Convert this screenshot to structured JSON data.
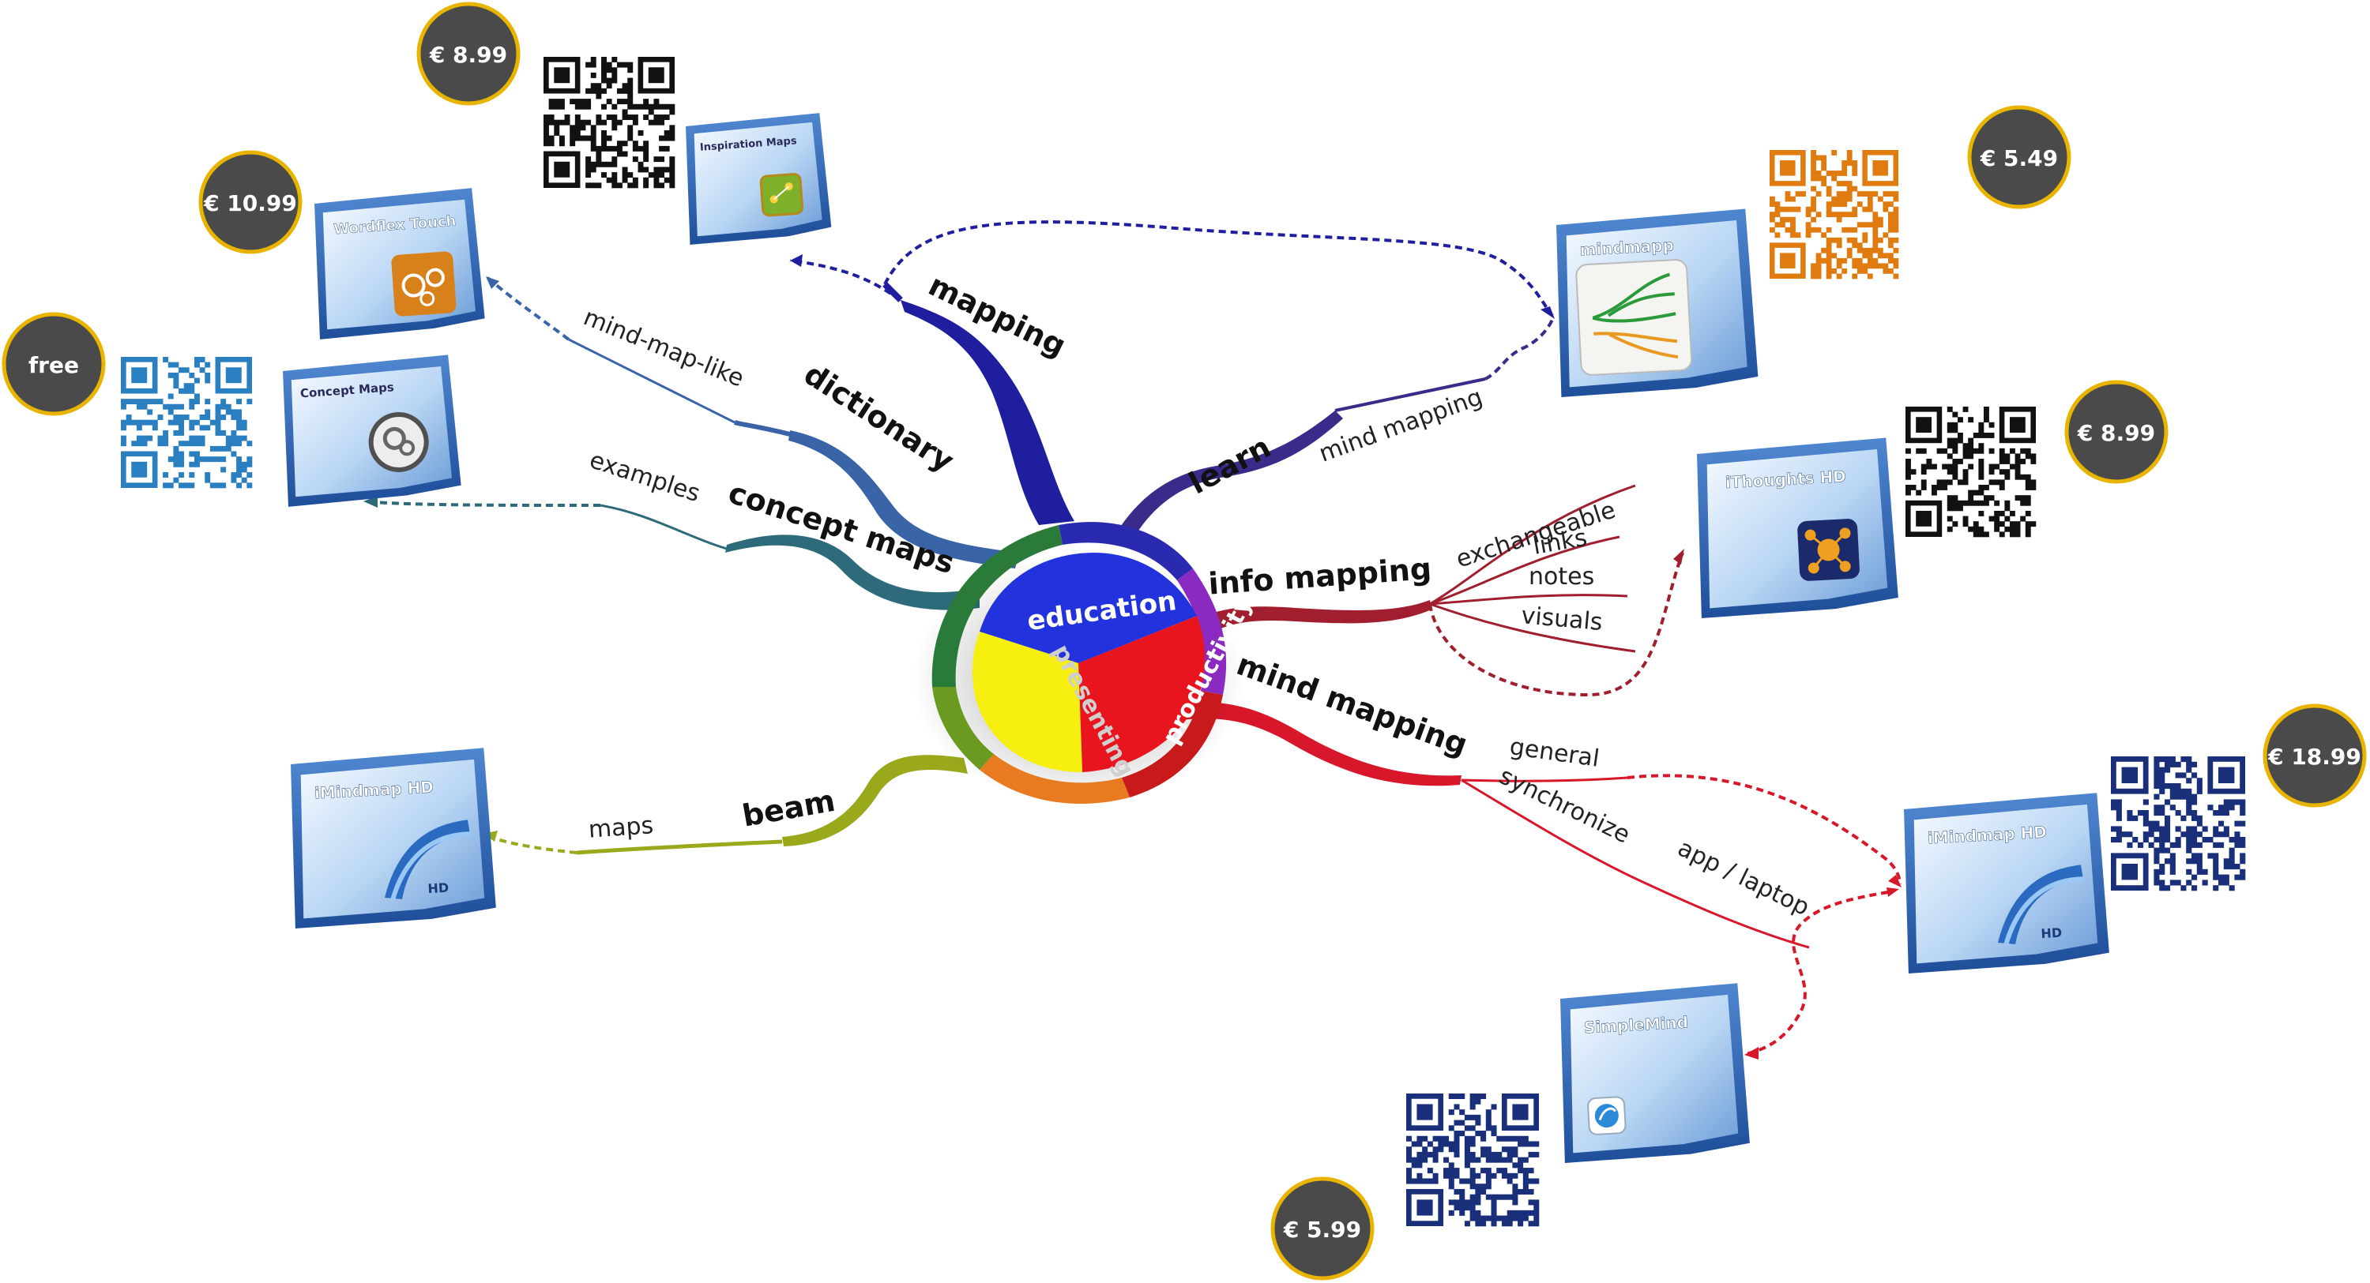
{
  "hub": {
    "segments": [
      {
        "label": "education",
        "color": "#2233dd"
      },
      {
        "label": "productivity",
        "color": "#e8141e"
      },
      {
        "label": "presenting",
        "color": "#f7ef10"
      }
    ]
  },
  "branches": {
    "mapping": "mapping",
    "dictionary": "dictionary",
    "concept_maps": "concept maps",
    "beam": "beam",
    "learn": "learn",
    "info_mapping": "info mapping",
    "mind_mapping": "mind mapping"
  },
  "sub_labels": {
    "mind_map_like": "mind-map-like",
    "examples": "examples",
    "maps": "maps",
    "mind_mapping_small": "mind mapping",
    "exchangeable": "exchangeable",
    "links": "links",
    "notes": "notes",
    "visuals": "visuals",
    "general": "general",
    "synchronize": "synchronize",
    "app_laptop": "app / laptop"
  },
  "apps": [
    {
      "name": "Inspiration Maps",
      "price": "€ 8.99",
      "icon": "inspiration-maps-icon"
    },
    {
      "name": "Wordflex Touch",
      "price": "€ 10.99",
      "icon": "wordflex-icon"
    },
    {
      "name": "Concept Maps",
      "price": "free",
      "icon": "concept-maps-icon"
    },
    {
      "name": "mindmapp",
      "price": "€ 5.49",
      "icon": "mindmapp-icon"
    },
    {
      "name": "iThoughts HD",
      "price": "€ 8.99",
      "icon": "ithoughts-icon"
    },
    {
      "name": "iMindmap HD",
      "price": "€ 18.99",
      "icon": "imindmap-icon"
    },
    {
      "name": "iMindmap HD",
      "price": "",
      "icon": "imindmap-icon"
    },
    {
      "name": "SimpleMind",
      "price": "€ 5.99",
      "icon": "simplemind-icon"
    }
  ],
  "app_badge": "HD",
  "colors": {
    "mapping": "#1e1e9e",
    "learn": "#3a2a8a",
    "dictionary": "#3a64a8",
    "concept_maps": "#2d6a7a",
    "beam": "#9aa81c",
    "info_mapping": "#a01e2e",
    "mind_mapping": "#d8182a",
    "price_bg": "#4a4a4a",
    "price_ring": "#e8b400",
    "qr_black": "#111111",
    "qr_orange": "#e07b10",
    "qr_blue": "#2a7fc0",
    "qr_navy": "#1a2f7a"
  }
}
